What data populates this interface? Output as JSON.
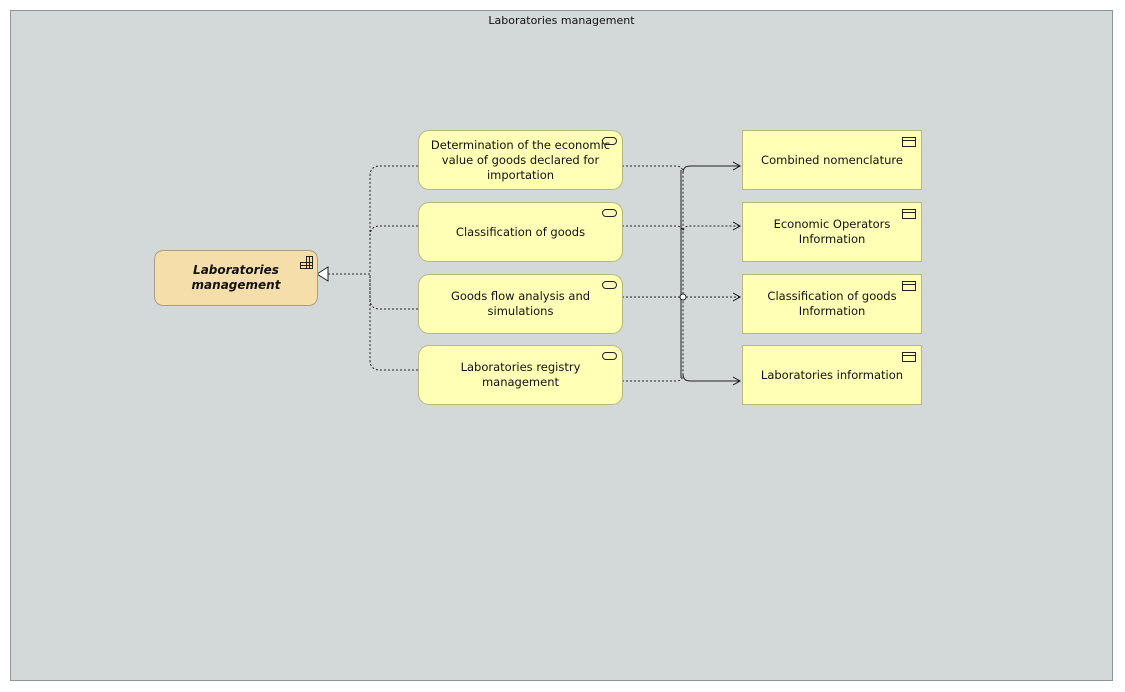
{
  "diagram": {
    "title": "Laboratories management",
    "function": {
      "label": "Laboratories management",
      "icon": "function-grid-icon"
    },
    "services": [
      {
        "label": "Determination of the economic value of goods declared for importation",
        "icon": "service-icon"
      },
      {
        "label": "Classification of goods",
        "icon": "service-icon"
      },
      {
        "label": "Goods flow analysis and simulations",
        "icon": "service-icon"
      },
      {
        "label": "Laboratories registry management",
        "icon": "service-icon"
      }
    ],
    "data_objects": [
      {
        "label": "Combined nomenclature",
        "icon": "data-object-icon"
      },
      {
        "label": "Economic Operators Information",
        "icon": "data-object-icon"
      },
      {
        "label": "Classification of goods Information",
        "icon": "data-object-icon"
      },
      {
        "label": "Laboratories information",
        "icon": "data-object-icon"
      }
    ],
    "colors": {
      "background": "#d3d8d8",
      "function_fill": "#f5deaa",
      "element_fill": "#ffffb5",
      "line": "#222222"
    }
  }
}
